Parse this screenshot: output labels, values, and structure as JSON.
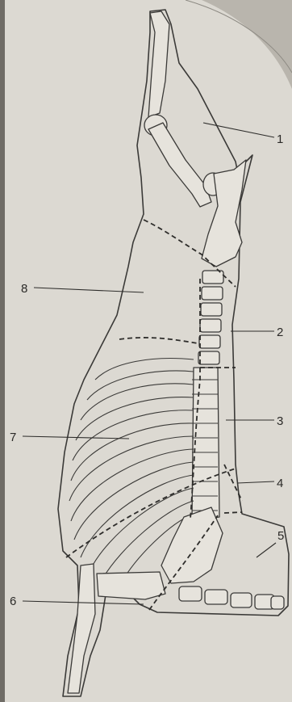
{
  "diagram": {
    "labels": [
      {
        "id": "1",
        "text": "1"
      },
      {
        "id": "2",
        "text": "2"
      },
      {
        "id": "3",
        "text": "3"
      },
      {
        "id": "4",
        "text": "4"
      },
      {
        "id": "5",
        "text": "5"
      },
      {
        "id": "6",
        "text": "6"
      },
      {
        "id": "7",
        "text": "7"
      },
      {
        "id": "8",
        "text": "8"
      }
    ]
  },
  "colors": {
    "page": "#dcd9d2",
    "ink": "#3b3a38",
    "background": "#6f6c66"
  }
}
